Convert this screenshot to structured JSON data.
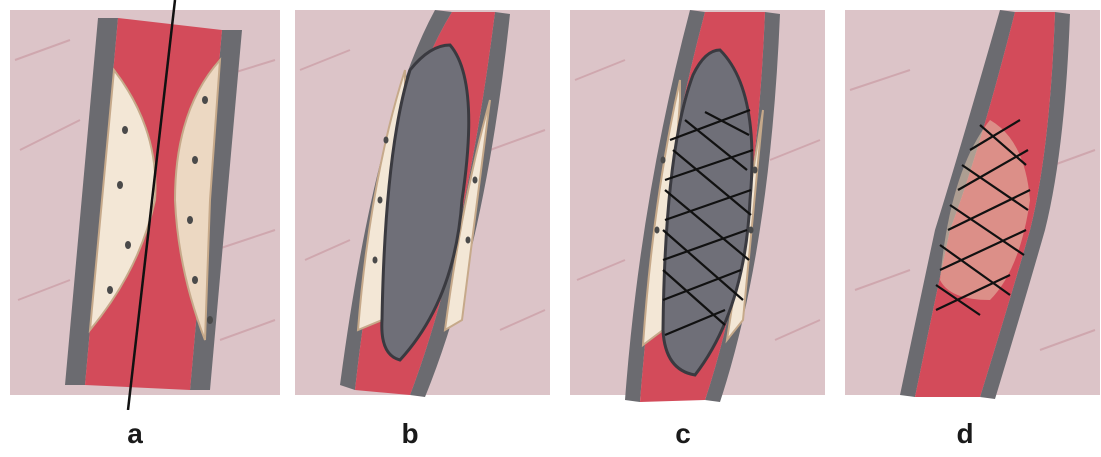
{
  "panels": [
    {
      "id": "a",
      "label": "a",
      "stage": "guidewire-through-stenosis"
    },
    {
      "id": "b",
      "label": "b",
      "stage": "balloon-inflated"
    },
    {
      "id": "c",
      "label": "c",
      "stage": "balloon-with-stent"
    },
    {
      "id": "d",
      "label": "d",
      "stage": "stent-deployed"
    }
  ],
  "colors": {
    "tissue": "#d9b8be",
    "tissue_streak": "#c9838f",
    "lumen": "#d34b5a",
    "wall": "#6b6b70",
    "plaque": "#f3e7d6",
    "plaque_dot": "#4a4a4a",
    "balloon": "#6f6f78",
    "stent": "#111111"
  }
}
